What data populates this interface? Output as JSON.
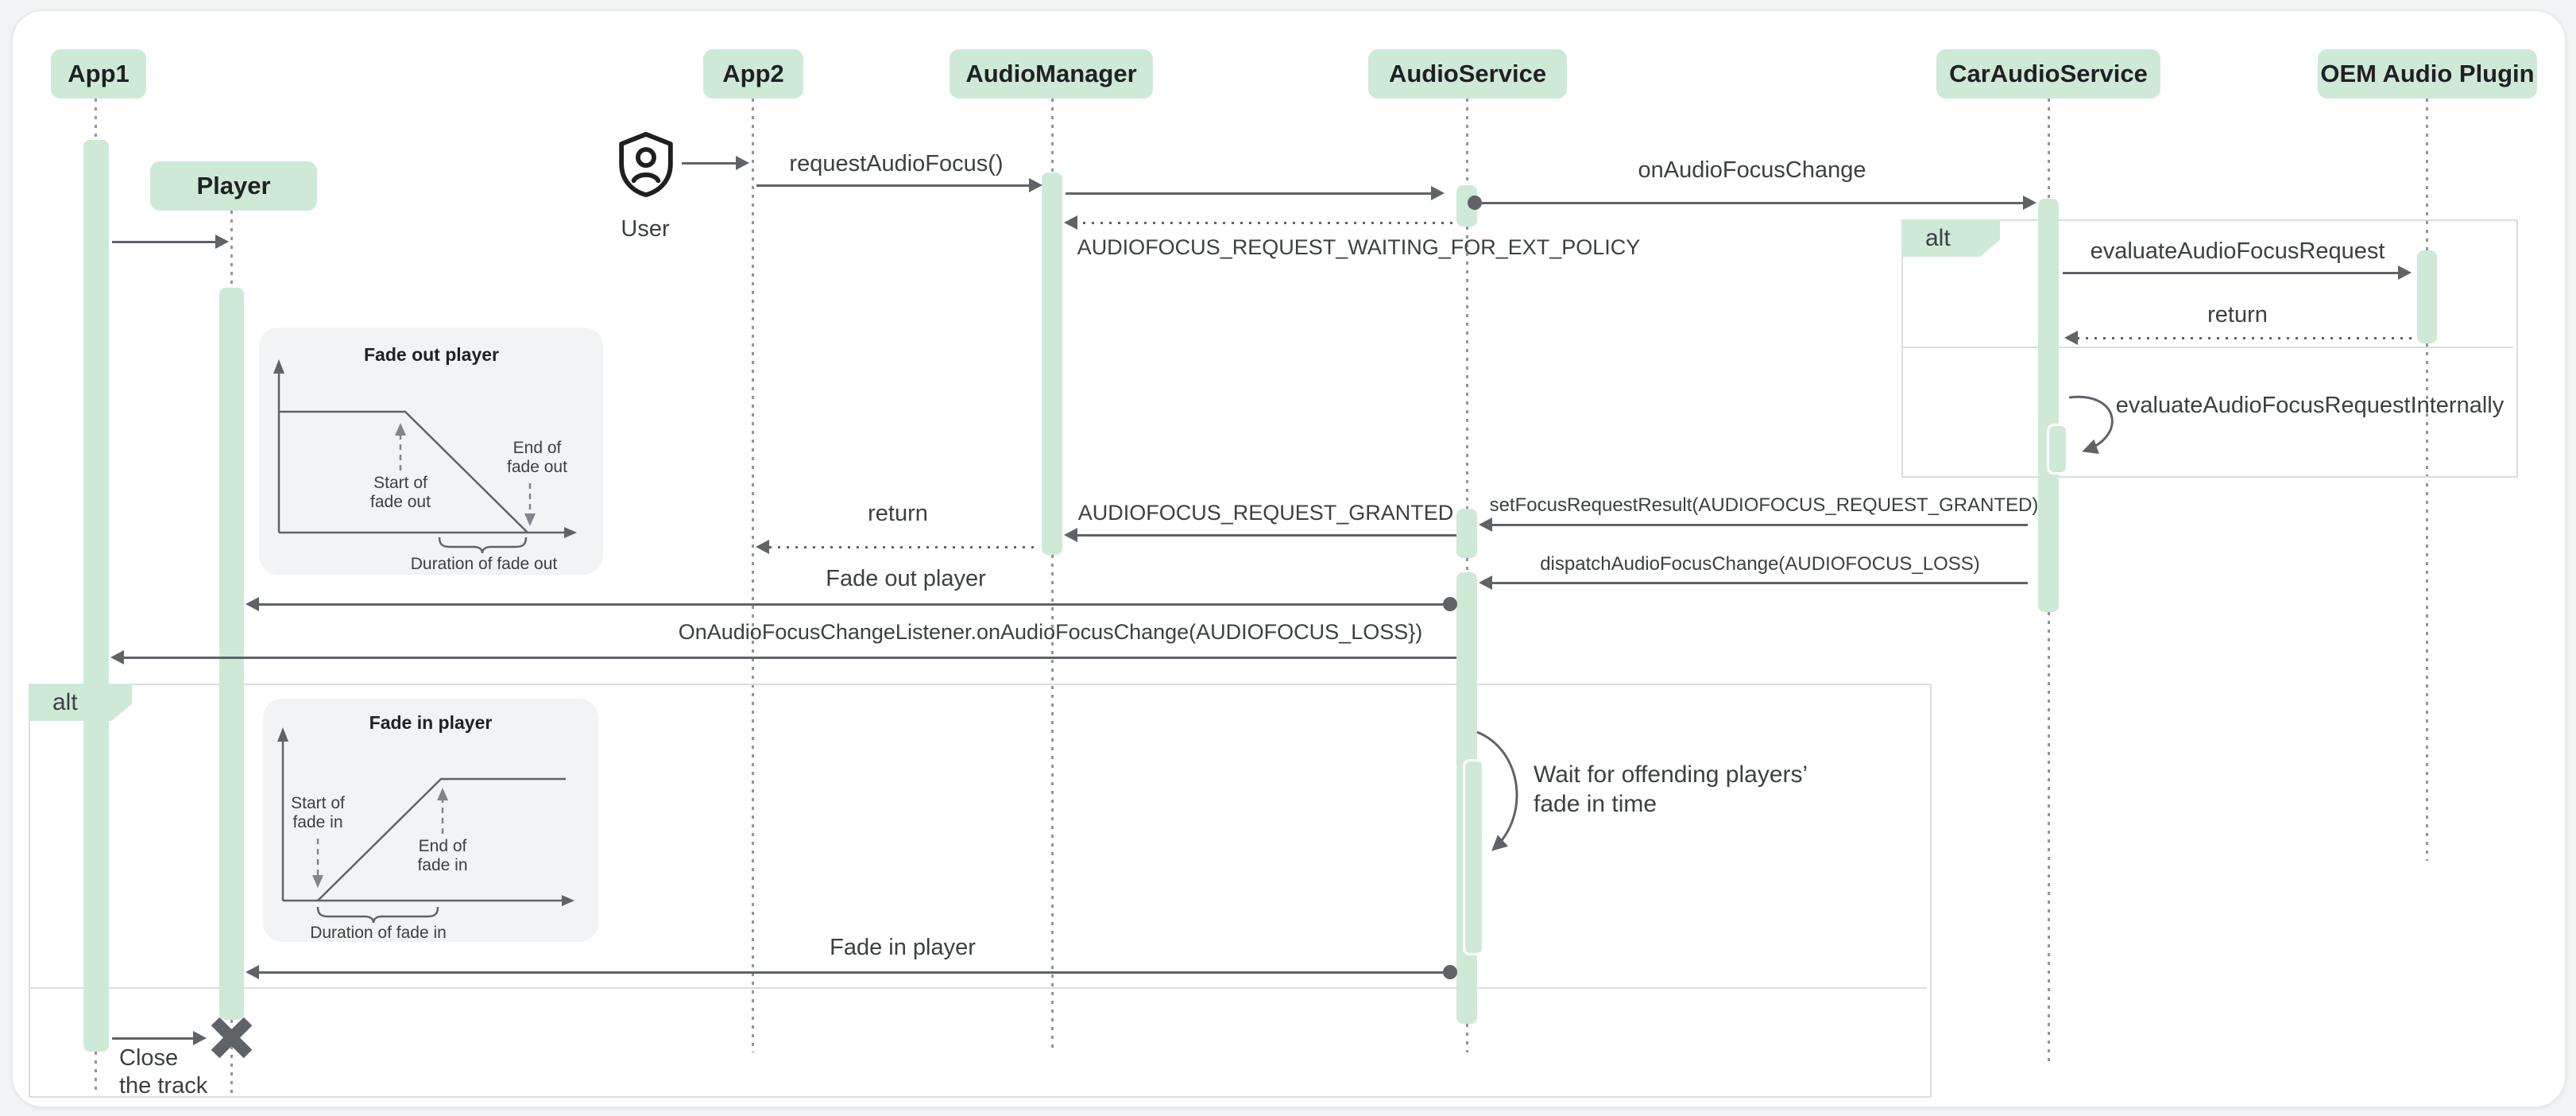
{
  "diagram": {
    "actors": [
      {
        "label": "App1"
      },
      {
        "label": "Player"
      },
      {
        "label": "App2"
      },
      {
        "label": "AudioManager"
      },
      {
        "label": "AudioService"
      },
      {
        "label": "CarAudioService"
      },
      {
        "label": "OEM Audio Plugin"
      }
    ],
    "user_label": "User",
    "fragments": {
      "alt_left": "alt",
      "alt_right": "alt"
    },
    "messages": {
      "request_audio_focus": "requestAudioFocus()",
      "on_audio_focus_change": "onAudioFocusChange",
      "waiting_ext_policy": "AUDIOFOCUS_REQUEST_WAITING_FOR_EXT_POLICY",
      "evaluate_request": "evaluateAudioFocusRequest",
      "return_oem": "return",
      "evaluate_internally": "evaluateAudioFocusRequestInternally",
      "set_focus_request_result": "setFocusRequestResult(AUDIOFOCUS_REQUEST_GRANTED)",
      "request_granted": "AUDIOFOCUS_REQUEST_GRANTED",
      "return_app2": "return",
      "dispatch_focus_change": "dispatchAudioFocusChange(AUDIOFOCUS_LOSS)",
      "fade_out_player": "Fade out player",
      "on_focus_loss": "OnAudioFocusChangeListener.onAudioFocusChange(AUDIOFOCUS_LOSS})",
      "fade_in_player": "Fade in player",
      "wait_note_line1": "Wait for offending players’",
      "wait_note_line2": "fade in time",
      "close_track_line1": "Close",
      "close_track_line2": "the track"
    },
    "insets": {
      "fade_out": {
        "title": "Fade out player",
        "start_line1": "Start of",
        "start_line2": "fade out",
        "end_line1": "End of",
        "end_line2": "fade out",
        "duration": "Duration of fade out"
      },
      "fade_in": {
        "title": "Fade in player",
        "start_line1": "Start of",
        "start_line2": "fade in",
        "end_line1": "End of",
        "end_line2": "fade in",
        "duration": "Duration of fade in"
      }
    },
    "icons": {
      "user": "shield-person-icon",
      "destroy": "close-icon"
    },
    "colors": {
      "actor_fill": "#ceead6",
      "line": "#5f6368",
      "text": "#3c4043",
      "fragment_border": "#dadce0",
      "inset_bg": "#f1f3f4",
      "page_bg": "#f1f3f4",
      "card_bg": "#ffffff"
    }
  }
}
